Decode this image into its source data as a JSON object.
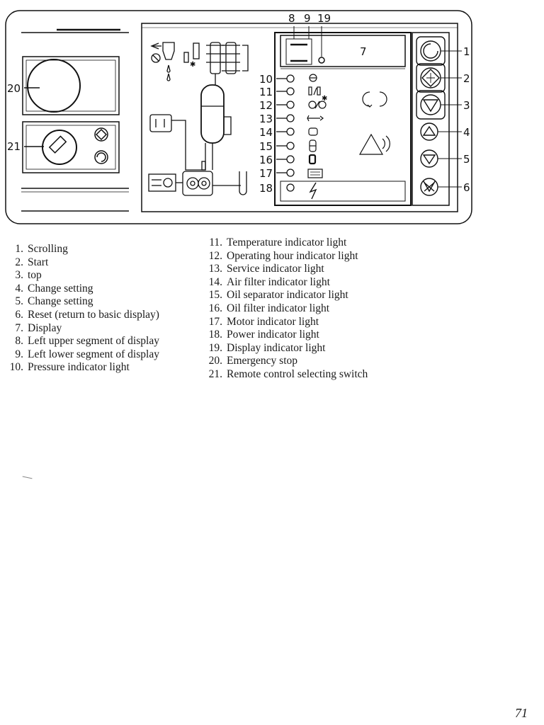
{
  "figure": {
    "callouts": {
      "c1": "1",
      "c2": "2",
      "c3": "3",
      "c4": "4",
      "c5": "5",
      "c6": "6",
      "c7": "7",
      "c8": "8",
      "c9": "9",
      "c10": "10",
      "c11": "11",
      "c12": "12",
      "c13": "13",
      "c14": "14",
      "c15": "15",
      "c16": "16",
      "c17": "17",
      "c18": "18",
      "c19": "19",
      "c20": "20",
      "c21": "21"
    }
  },
  "legend": {
    "left": [
      {
        "num": "1.",
        "text": "Scrolling"
      },
      {
        "num": "2.",
        "text": "Start"
      },
      {
        "num": "3.",
        "text": "top"
      },
      {
        "num": "4.",
        "text": "Change setting"
      },
      {
        "num": "5.",
        "text": "Change setting"
      },
      {
        "num": "6.",
        "text": "Reset (return to basic display)"
      },
      {
        "num": "7.",
        "text": "Display"
      },
      {
        "num": "8.",
        "text": "Left upper segment of display"
      },
      {
        "num": "9.",
        "text": "Left lower segment of display"
      },
      {
        "num": "10.",
        "text": "Pressure indicator light"
      }
    ],
    "right": [
      {
        "num": "11.",
        "text": "Temperature indicator light"
      },
      {
        "num": "12.",
        "text": "Operating hour indicator light"
      },
      {
        "num": "13.",
        "text": "Service indicator light"
      },
      {
        "num": "14.",
        "text": "Air filter indicator light"
      },
      {
        "num": "15.",
        "text": "Oil separator indicator light"
      },
      {
        "num": "16.",
        "text": "Oil filter indicator light"
      },
      {
        "num": "17.",
        "text": "Motor indicator light"
      },
      {
        "num": "18.",
        "text": "Power indicator light"
      },
      {
        "num": "19.",
        "text": "Display indicator light"
      },
      {
        "num": "20.",
        "text": "Emergency stop"
      },
      {
        "num": "21.",
        "text": "Remote control selecting switch"
      }
    ]
  },
  "page_number": "71"
}
